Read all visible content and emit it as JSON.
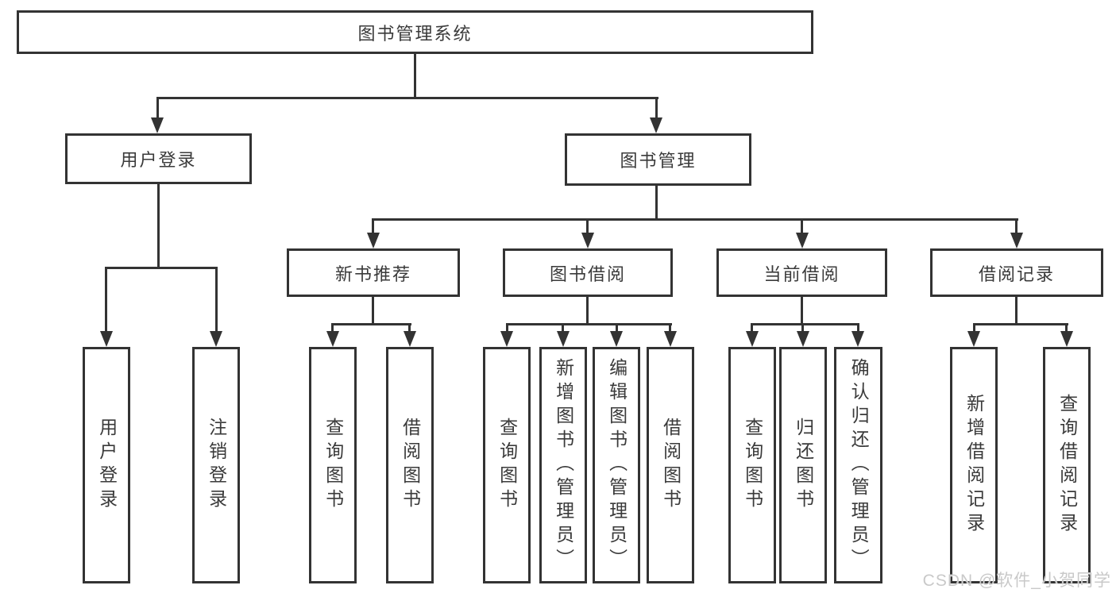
{
  "root": {
    "label": "图书管理系统"
  },
  "modules": {
    "user_login": {
      "label": "用户登录",
      "children": {
        "login": "用户登录",
        "logout": "注销登录"
      }
    },
    "book_management": {
      "label": "图书管理",
      "sections": {
        "new_book": {
          "label": "新书推荐",
          "children": {
            "query": "查询图书",
            "borrow": "借阅图书"
          }
        },
        "book_borrow": {
          "label": "图书借阅",
          "children": {
            "query": "查询图书",
            "add": "新增图书（管理员）",
            "edit": "编辑图书（管理员）",
            "borrow": "借阅图书"
          }
        },
        "current_borrow": {
          "label": "当前借阅",
          "children": {
            "query": "查询图书",
            "return": "归还图书",
            "confirm_return": "确认归还（管理员）"
          }
        },
        "borrow_record": {
          "label": "借阅记录",
          "children": {
            "add": "新增借阅记录",
            "query": "查询借阅记录"
          }
        }
      }
    }
  },
  "watermark": "CSDN @软件_小贺同学",
  "colors": {
    "line": "#333333",
    "text": "#3a3a3a",
    "box_background": "#ffffff",
    "watermark": "#c9c9c9",
    "background": "#ffffff"
  }
}
